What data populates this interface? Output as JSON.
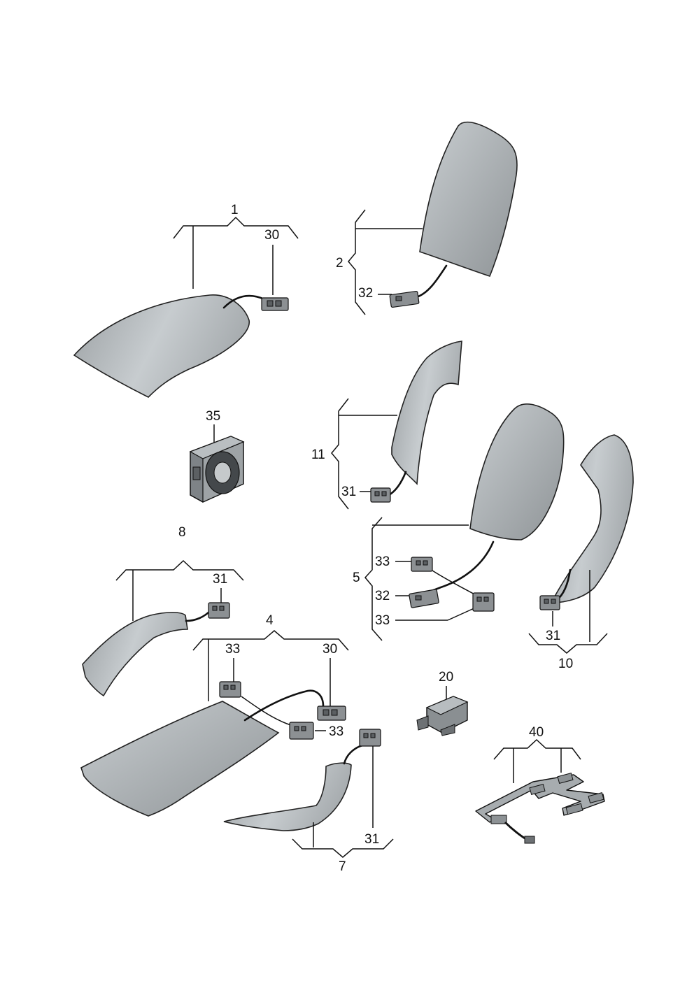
{
  "colors": {
    "pad_fill_light": "#c6cbcd",
    "pad_fill_dark": "#8e9396",
    "line": "#111111",
    "background": "#ffffff"
  },
  "labels": {
    "part_1": "1",
    "part_2": "2",
    "part_4": "4",
    "part_5": "5",
    "part_7": "7",
    "part_8": "8",
    "part_10": "10",
    "part_11": "11",
    "part_20": "20",
    "part_30_a": "30",
    "part_30_b": "30",
    "part_31_a": "31",
    "part_31_b": "31",
    "part_31_c": "31",
    "part_31_d": "31",
    "part_32_a": "32",
    "part_32_b": "32",
    "part_33_a": "33",
    "part_33_b": "33",
    "part_33_c": "33",
    "part_33_d": "33",
    "part_35": "35",
    "part_40": "40"
  },
  "icons": {
    "seat_heating_pads": "heating-pad-icon",
    "connectors": "connector-icon",
    "fan": "fan-icon",
    "control_unit": "control-unit-icon",
    "sensor_mat": "occupant-sensor-mat-icon"
  }
}
